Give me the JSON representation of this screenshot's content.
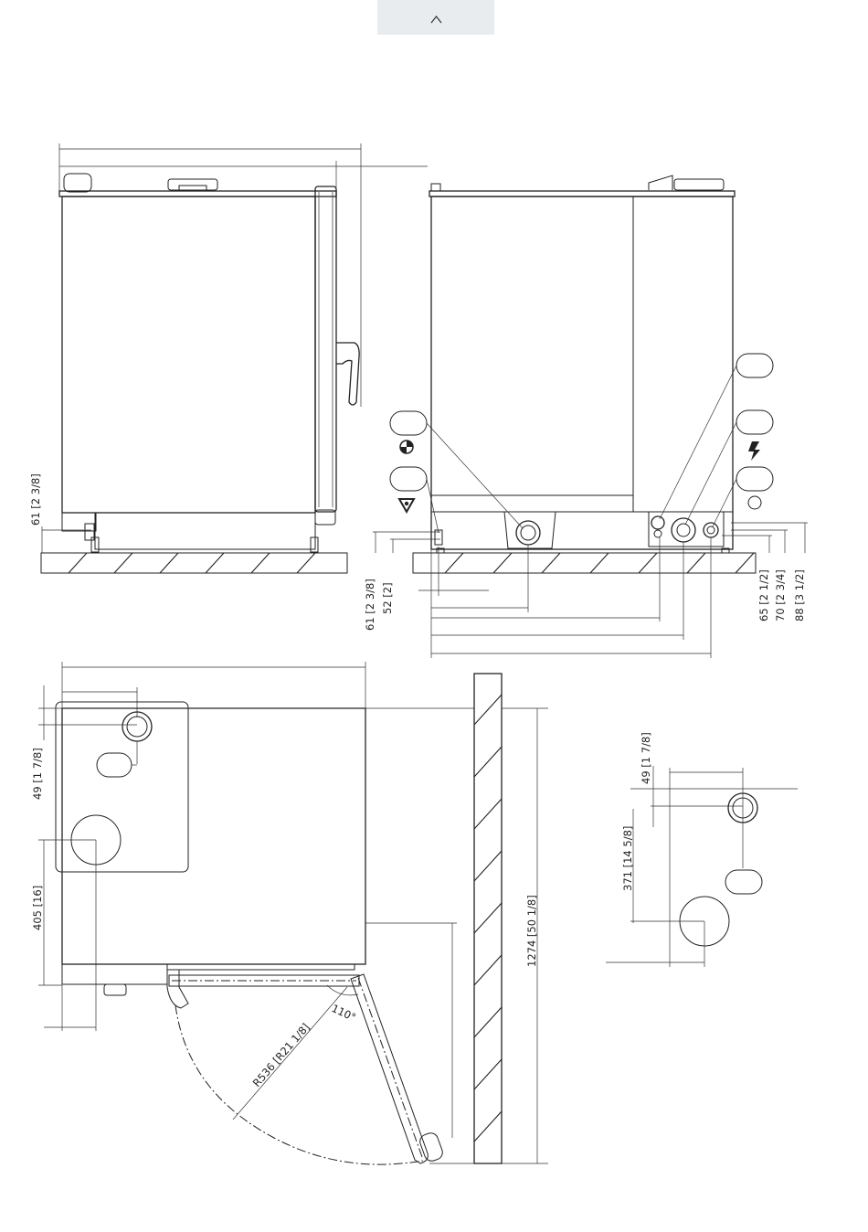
{
  "scroll_up_label": "^",
  "icons": {
    "scroll_up": "chevron-up-icon",
    "water": "water-droplet-icon",
    "drain": "drain-triangle-icon",
    "electric": "lightning-icon",
    "neutral": "circle-icon"
  },
  "dimensions": {
    "side_foot_height": "61 [2 3/8]",
    "rear_foot_height": "61 [2 3/8]",
    "rear_drain_height": "52 [2]",
    "rear_conn_65": "65 [2 1/2]",
    "rear_conn_70": "70 [2 3/4]",
    "rear_conn_88": "88 [3 1/2]",
    "plan_offset_49": "49 [1 7/8]",
    "plan_offset_405": "405 [16]",
    "plan_depth_1274": "1274 [50 1/8]",
    "door_radius": "R536 [R21 1/8]",
    "door_angle": "110°",
    "detail_offset_49": "49 [1 7/8]",
    "detail_offset_371": "371 [14 5/8]"
  }
}
